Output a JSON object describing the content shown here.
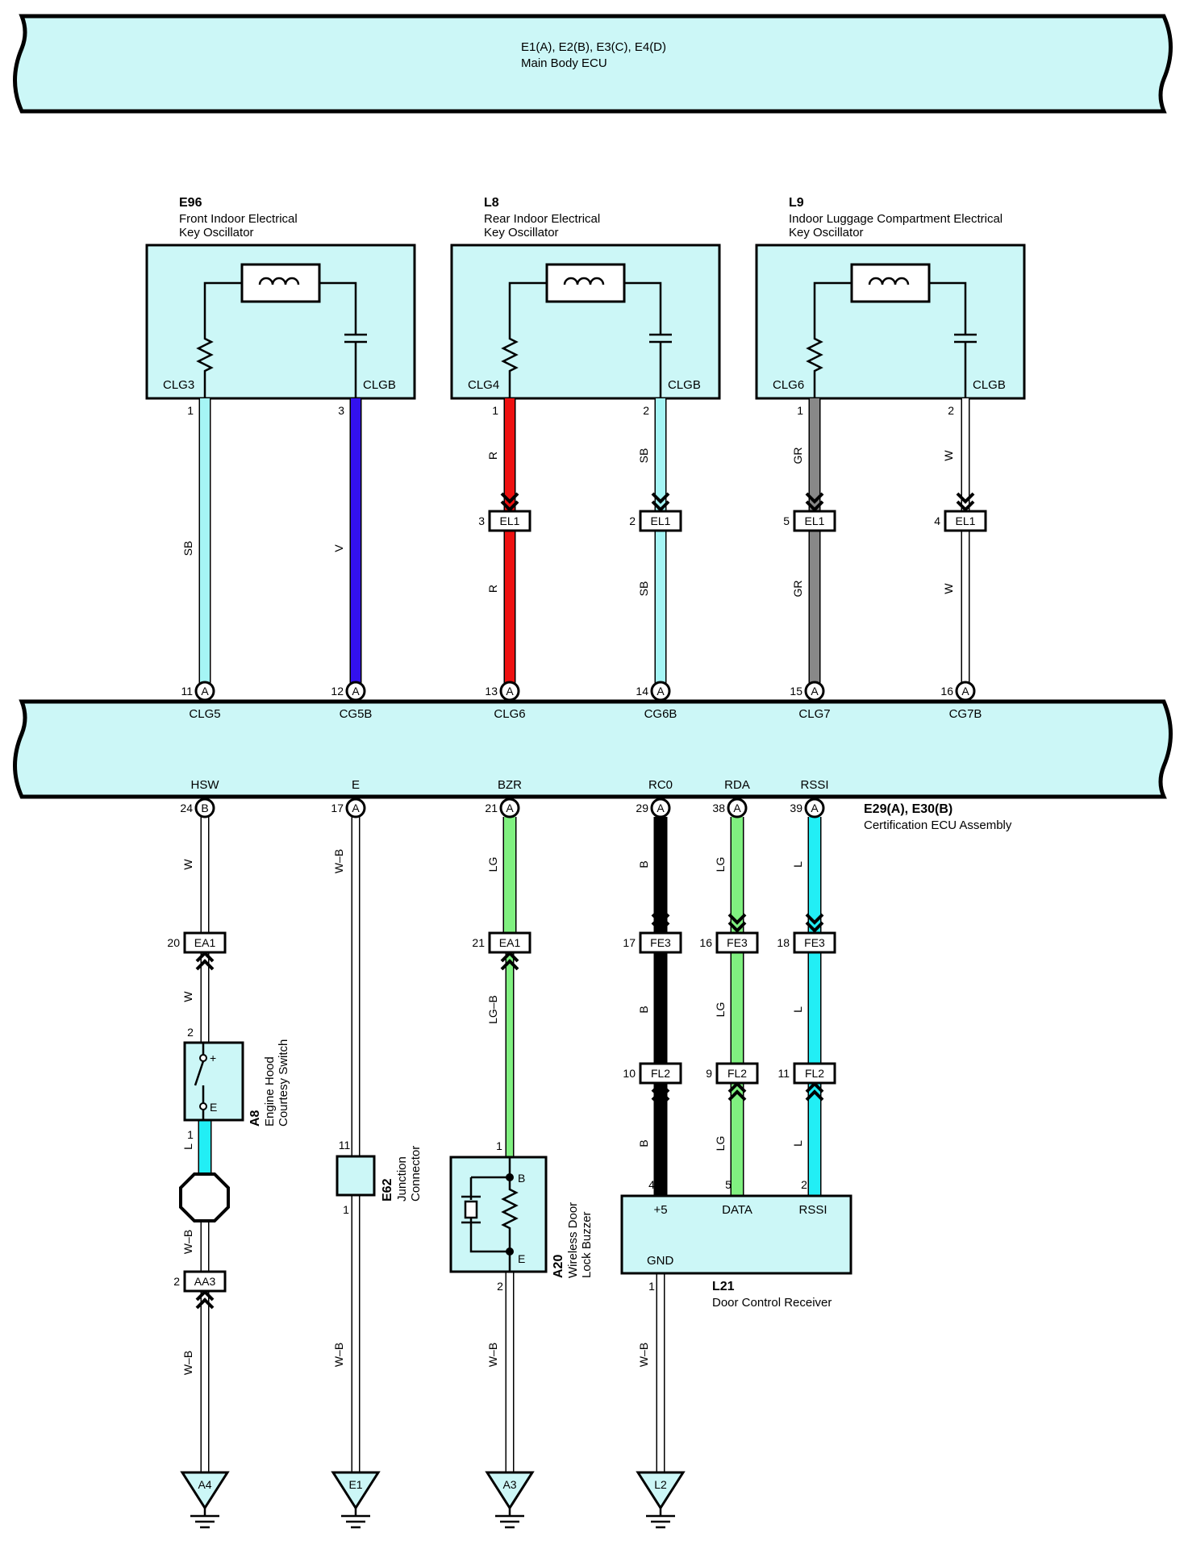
{
  "main_body_ecu": {
    "code": "E1(A), E2(B), E3(C), E4(D)",
    "name": "Main Body ECU"
  },
  "cert_ecu": {
    "code": "E29(A), E30(B)",
    "name": "Certification ECU Assembly"
  },
  "oscillators": [
    {
      "code": "E96",
      "name1": "Front Indoor Electrical",
      "name2": "Key Oscillator",
      "left": "CLG3",
      "right": "CLGB"
    },
    {
      "code": "L8",
      "name1": "Rear Indoor Electrical",
      "name2": "Key Oscillator",
      "left": "CLG4",
      "right": "CLGB"
    },
    {
      "code": "L9",
      "name1": "Indoor Luggage Compartment Electrical",
      "name2": "Key Oscillator",
      "left": "CLG6",
      "right": "CLGB"
    }
  ],
  "colors": {
    "SB": "#a5f5f5",
    "V": "#3311ee",
    "R": "#ee1111",
    "GR": "#888888",
    "W": "#ffffff",
    "B": "#000000",
    "LG": "#80f080",
    "L": "#22eef5",
    "WB": "#ffffff",
    "LGB": "#80f080",
    "fill": "#ccf7f7"
  },
  "upper_wires": [
    {
      "color": "SB",
      "osc_pin": "1",
      "ecu_pin": "11",
      "ecu_conn": "A",
      "term": "CLG5",
      "labels": [
        "SB"
      ],
      "split": null
    },
    {
      "color": "V",
      "osc_pin": "3",
      "ecu_pin": "12",
      "ecu_conn": "A",
      "term": "CG5B",
      "labels": [
        "V"
      ],
      "split": null
    },
    {
      "color": "R",
      "osc_pin": "1",
      "ecu_pin": "13",
      "ecu_conn": "A",
      "term": "CLG6",
      "labels": [
        "R",
        "R"
      ],
      "split": {
        "pin": "3",
        "conn": "EL1"
      }
    },
    {
      "color": "SB",
      "osc_pin": "2",
      "ecu_pin": "14",
      "ecu_conn": "A",
      "term": "CG6B",
      "labels": [
        "SB",
        "SB"
      ],
      "split": {
        "pin": "2",
        "conn": "EL1"
      }
    },
    {
      "color": "GR",
      "osc_pin": "1",
      "ecu_pin": "15",
      "ecu_conn": "A",
      "term": "CLG7",
      "labels": [
        "GR",
        "GR"
      ],
      "split": {
        "pin": "5",
        "conn": "EL1"
      }
    },
    {
      "color": "W",
      "osc_pin": "2",
      "ecu_pin": "16",
      "ecu_conn": "A",
      "term": "CG7B",
      "labels": [
        "W",
        "W"
      ],
      "split": {
        "pin": "4",
        "conn": "EL1"
      }
    }
  ],
  "lower_terms": [
    {
      "term": "HSW",
      "pin": "24",
      "conn": "B"
    },
    {
      "term": "E",
      "pin": "17",
      "conn": "A"
    },
    {
      "term": "BZR",
      "pin": "21",
      "conn": "A"
    },
    {
      "term": "RC0",
      "pin": "29",
      "conn": "A"
    },
    {
      "term": "RDA",
      "pin": "38",
      "conn": "A"
    },
    {
      "term": "RSSI",
      "pin": "39",
      "conn": "A"
    }
  ],
  "wire_labels": {
    "hsw": [
      "W",
      "W",
      "L",
      "W–B",
      "W–B"
    ],
    "e": [
      "W–B",
      "W–B"
    ],
    "bzr": [
      "LG",
      "LG–B",
      "W–B"
    ],
    "rc0": [
      "B",
      "B",
      "B",
      "W–B"
    ],
    "rda": [
      "LG",
      "LG",
      "LG"
    ],
    "rssi": [
      "L",
      "L",
      "L"
    ]
  },
  "splices": [
    {
      "pin": "20",
      "conn": "EA1"
    },
    {
      "pin": "2",
      "conn": "AA3"
    },
    {
      "pin": "21",
      "conn": "EA1"
    },
    {
      "pin": "17",
      "conn": "FE3"
    },
    {
      "pin": "16",
      "conn": "FE3"
    },
    {
      "pin": "18",
      "conn": "FE3"
    },
    {
      "pin": "10",
      "conn": "FL2"
    },
    {
      "pin": "9",
      "conn": "FL2"
    },
    {
      "pin": "11",
      "conn": "FL2"
    }
  ],
  "switch": {
    "code": "A8",
    "name1": "Engine Hood",
    "name2": "Courtesy Switch",
    "pin_top": "2",
    "pin_bot": "1",
    "plus": "+",
    "e": "E"
  },
  "junction": {
    "code": "E62",
    "name1": "Junction",
    "name2": "Connector",
    "pin_top": "11",
    "pin_bot": "1"
  },
  "buzzer": {
    "code": "A20",
    "name1": "Wireless Door",
    "name2": "Lock Buzzer",
    "pin_top": "1",
    "pin_bot": "2",
    "b": "B",
    "e": "E"
  },
  "receiver": {
    "code": "L21",
    "name": "Door Control Receiver",
    "t1": "+5",
    "t2": "DATA",
    "t3": "RSSI",
    "gnd": "GND",
    "p1": "4",
    "p2": "5",
    "p3": "2",
    "p_gnd": "1"
  },
  "grounds": [
    "A4",
    "E1",
    "A3",
    "L2"
  ]
}
